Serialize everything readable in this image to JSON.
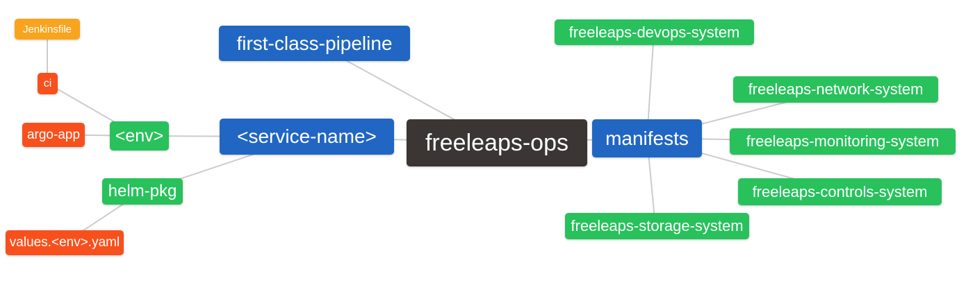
{
  "nodes": {
    "root": {
      "label": "freeleaps-ops",
      "color": "#3B3633"
    },
    "first_class_pipeline": {
      "label": "first-class-pipeline",
      "color": "#2166C3"
    },
    "service_name": {
      "label": "<service-name>",
      "color": "#2166C3"
    },
    "manifests": {
      "label": "manifests",
      "color": "#2166C3"
    },
    "env": {
      "label": "<env>",
      "color": "#28C15C"
    },
    "helm_pkg": {
      "label": "helm-pkg",
      "color": "#28C15C"
    },
    "ci": {
      "label": "ci",
      "color": "#F8501D"
    },
    "argo_app": {
      "label": "argo-app",
      "color": "#F8501D"
    },
    "values_env_yaml": {
      "label": "values.<env>.yaml",
      "color": "#F8501D"
    },
    "jenkinsfile": {
      "label": "Jenkinsfile",
      "color": "#F8A41D"
    },
    "devops_system": {
      "label": "freeleaps-devops-system",
      "color": "#28C15C"
    },
    "network_system": {
      "label": "freeleaps-network-system",
      "color": "#28C15C"
    },
    "monitoring_system": {
      "label": "freeleaps-monitoring-system",
      "color": "#28C15C"
    },
    "controls_system": {
      "label": "freeleaps-controls-system",
      "color": "#28C15C"
    },
    "storage_system": {
      "label": "freeleaps-storage-system",
      "color": "#28C15C"
    }
  },
  "edges": [
    [
      "jenkinsfile",
      "ci"
    ],
    [
      "ci",
      "env"
    ],
    [
      "argo_app",
      "env"
    ],
    [
      "env",
      "service_name"
    ],
    [
      "helm_pkg",
      "service_name"
    ],
    [
      "values_env_yaml",
      "helm_pkg"
    ],
    [
      "first_class_pipeline",
      "root"
    ],
    [
      "service_name",
      "root"
    ],
    [
      "root",
      "manifests"
    ],
    [
      "manifests",
      "devops_system"
    ],
    [
      "manifests",
      "network_system"
    ],
    [
      "manifests",
      "monitoring_system"
    ],
    [
      "manifests",
      "controls_system"
    ],
    [
      "manifests",
      "storage_system"
    ]
  ],
  "colors": {
    "background": "#FFFFFF",
    "edge_line": "#CCCCCC",
    "node_text": "#FFFFFF",
    "branch_blue": "#2166C3",
    "leaf_green": "#28C15C",
    "leaf_red_orange": "#F8501D",
    "leaf_amber": "#F8A41D",
    "root_dark": "#3B3633"
  }
}
